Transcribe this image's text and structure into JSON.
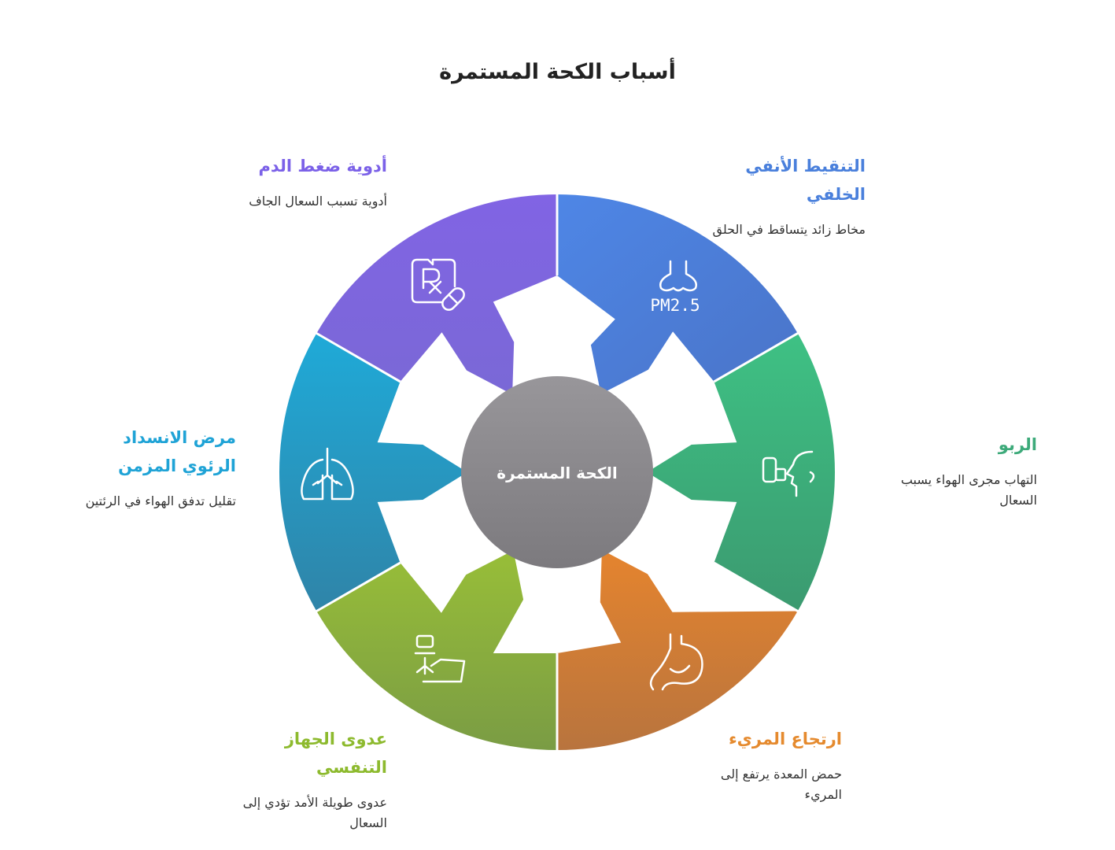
{
  "title": "أسباب الكحة المستمرة",
  "center": {
    "label": "الكحة المستمرة"
  },
  "colors": {
    "blue": "#4A80DC",
    "green": "#3DAA7A",
    "orange": "#D97E34",
    "lime": "#8CB23E",
    "teal": "#2299C4",
    "purple": "#7D66E0",
    "center": "#8C8A8E"
  },
  "segments": [
    {
      "icon": "nose-pm25-icon",
      "icon_text": "PM2.5",
      "color": "#4A80DC"
    },
    {
      "icon": "inhaler-face-icon",
      "color": "#3DAA7A"
    },
    {
      "icon": "stomach-icon",
      "color": "#D97E34"
    },
    {
      "icon": "hand-virus-icon",
      "color": "#8CB23E"
    },
    {
      "icon": "lungs-icon",
      "color": "#2299C4"
    },
    {
      "icon": "prescription-pill-icon",
      "color": "#7D66E0"
    }
  ],
  "causes": {
    "postnasal": {
      "title": "التنقيط الأنفي الخلفي",
      "desc": "مخاط زائد يتساقط في الحلق",
      "color": "#4A80DC"
    },
    "asthma": {
      "title": "الربو",
      "desc": "التهاب مجرى الهواء يسبب السعال",
      "color": "#3DAA7A"
    },
    "reflux": {
      "title": "ارتجاع المريء",
      "desc": "حمض المعدة يرتفع إلى المريء",
      "color": "#E58A2E"
    },
    "infection": {
      "title": "عدوى الجهاز التنفسي",
      "desc": "عدوى طويلة الأمد تؤدي إلى السعال",
      "color": "#8DBA2E"
    },
    "copd": {
      "title": "مرض الانسداد الرئوي المزمن",
      "desc": "تقليل تدفق الهواء في الرئتين",
      "color": "#1FA3D6"
    },
    "bpmeds": {
      "title": "أدوية ضغط الدم",
      "desc": "أدوية تسبب السعال الجاف",
      "color": "#7B61E8"
    }
  }
}
